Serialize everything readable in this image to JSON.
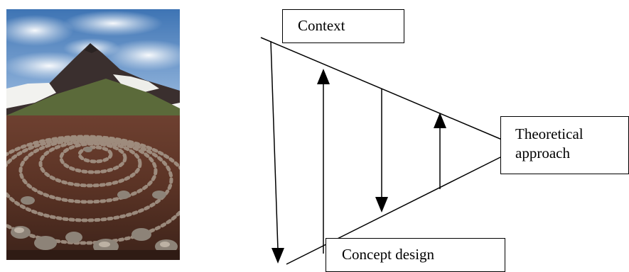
{
  "photo": {
    "icon": "stone-labyrinth-mountain-photo",
    "colors": {
      "sky": "#5d8fc4",
      "cloud": "#e9eef4",
      "mountain": "#3a2f2e",
      "snow": "#f2f2ef",
      "ground": "#5a3325",
      "stones": "#a89a8c"
    }
  },
  "diagram": {
    "context_label": "Context",
    "theory_label": "Theoretical approach",
    "concept_label": "Concept design",
    "line_color": "#000000"
  }
}
